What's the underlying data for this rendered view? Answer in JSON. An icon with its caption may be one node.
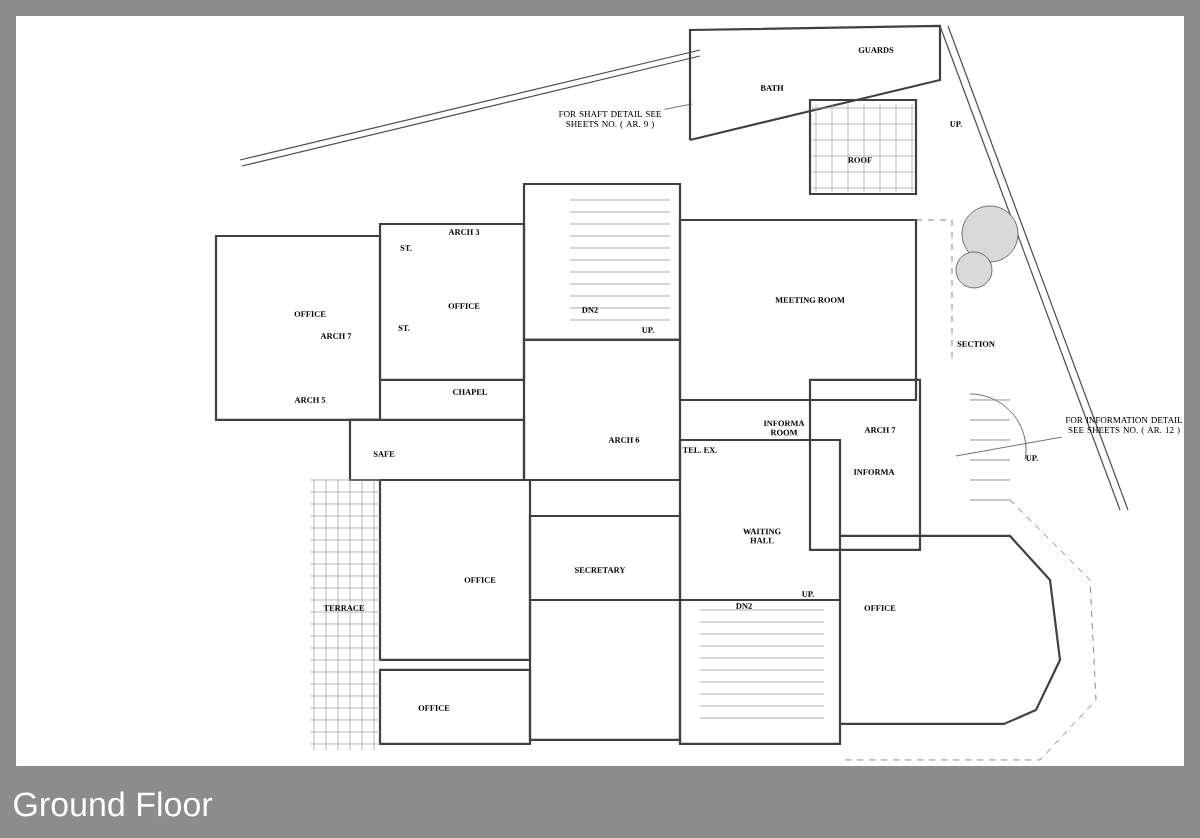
{
  "diagram": {
    "caption": "Ground Floor",
    "nodes": [
      {
        "text": [
          "FOR SHAFT DETAIL SEE SHEETS NO. ( AR. 9 )"
        ]
      },
      {
        "text": [
          "FOR INFORMATION DETAIL SEE SHEETS NO. ( AR. 12 )"
        ]
      }
    ],
    "edges": [
      {
        "from": 0,
        "to": null,
        "arrow": "none"
      },
      {
        "from": 1,
        "to": null,
        "arrow": "none"
      }
    ],
    "labels": [
      "GUARDS",
      "BATH",
      "ROOF",
      "UP.",
      "OFFICE",
      "ARCH 3",
      "ST.",
      "OFFICE",
      "MEETING ROOM",
      "ARCH 7",
      "ST.",
      "DN2",
      "UP.",
      "CHAPEL",
      "ARCH 5",
      "SAFE",
      "ARCH 6",
      "TEL. EX.",
      "INFORMA ROOM",
      "ARCH 7",
      "SECTION",
      "INFORMA",
      "UP.",
      "WAITING HALL",
      "SECRETARY",
      "OFFICE",
      "OFFICE",
      "DN2",
      "UP.",
      "TERRACE",
      "OFFICE"
    ]
  }
}
